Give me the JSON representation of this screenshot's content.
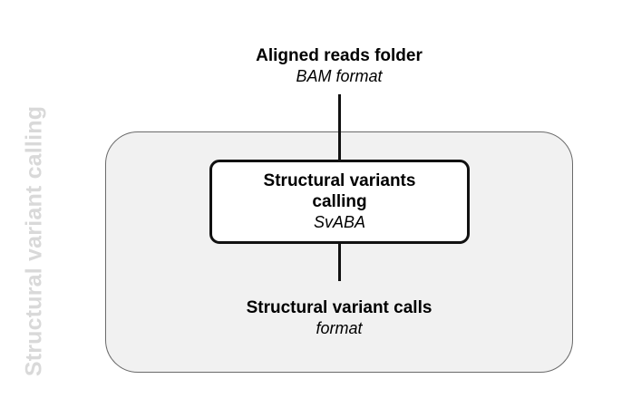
{
  "group": {
    "label": "Structural variant calling"
  },
  "input": {
    "title": "Aligned reads folder",
    "format": "BAM format"
  },
  "process": {
    "title_line1": "Structural variants",
    "title_line2": "calling",
    "tool": "SvABA"
  },
  "output": {
    "title": "Structural variant calls",
    "format": "format"
  },
  "colors": {
    "group_fill": "#f1f1f1",
    "group_border": "#6a6a6a",
    "side_label": "#d9d9d9",
    "connector": "#111111"
  }
}
